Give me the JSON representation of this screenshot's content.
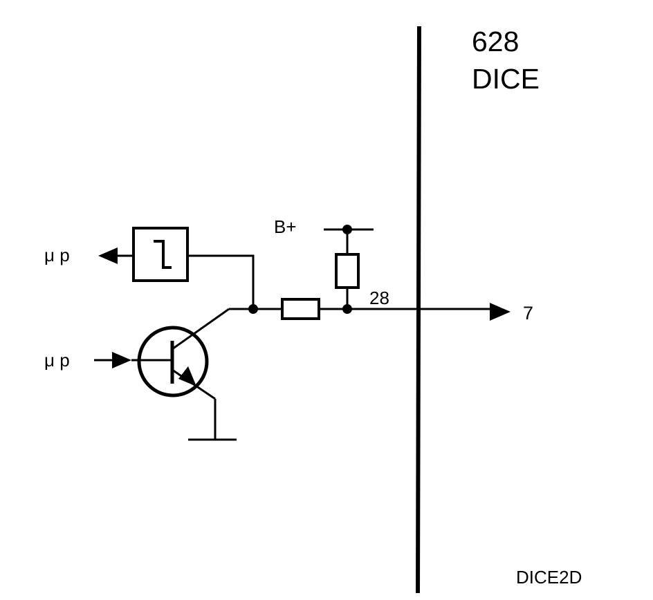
{
  "diagram": {
    "module_number": "628",
    "module_name": "DICE",
    "supply_label": "B+",
    "pin_label": "28",
    "output_label": "7",
    "output_mp_label": "μ p",
    "input_mp_label": "μ p",
    "figure_code": "DICE2D"
  }
}
